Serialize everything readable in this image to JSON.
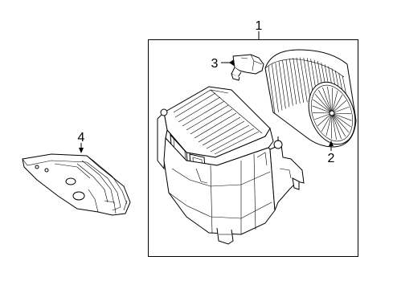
{
  "diagram": {
    "callouts": [
      {
        "id": "1",
        "text": "1"
      },
      {
        "id": "2",
        "text": "2"
      },
      {
        "id": "3",
        "text": "3"
      },
      {
        "id": "4",
        "text": "4"
      }
    ],
    "colors": {
      "stroke": "#000000",
      "background": "#ffffff"
    }
  }
}
